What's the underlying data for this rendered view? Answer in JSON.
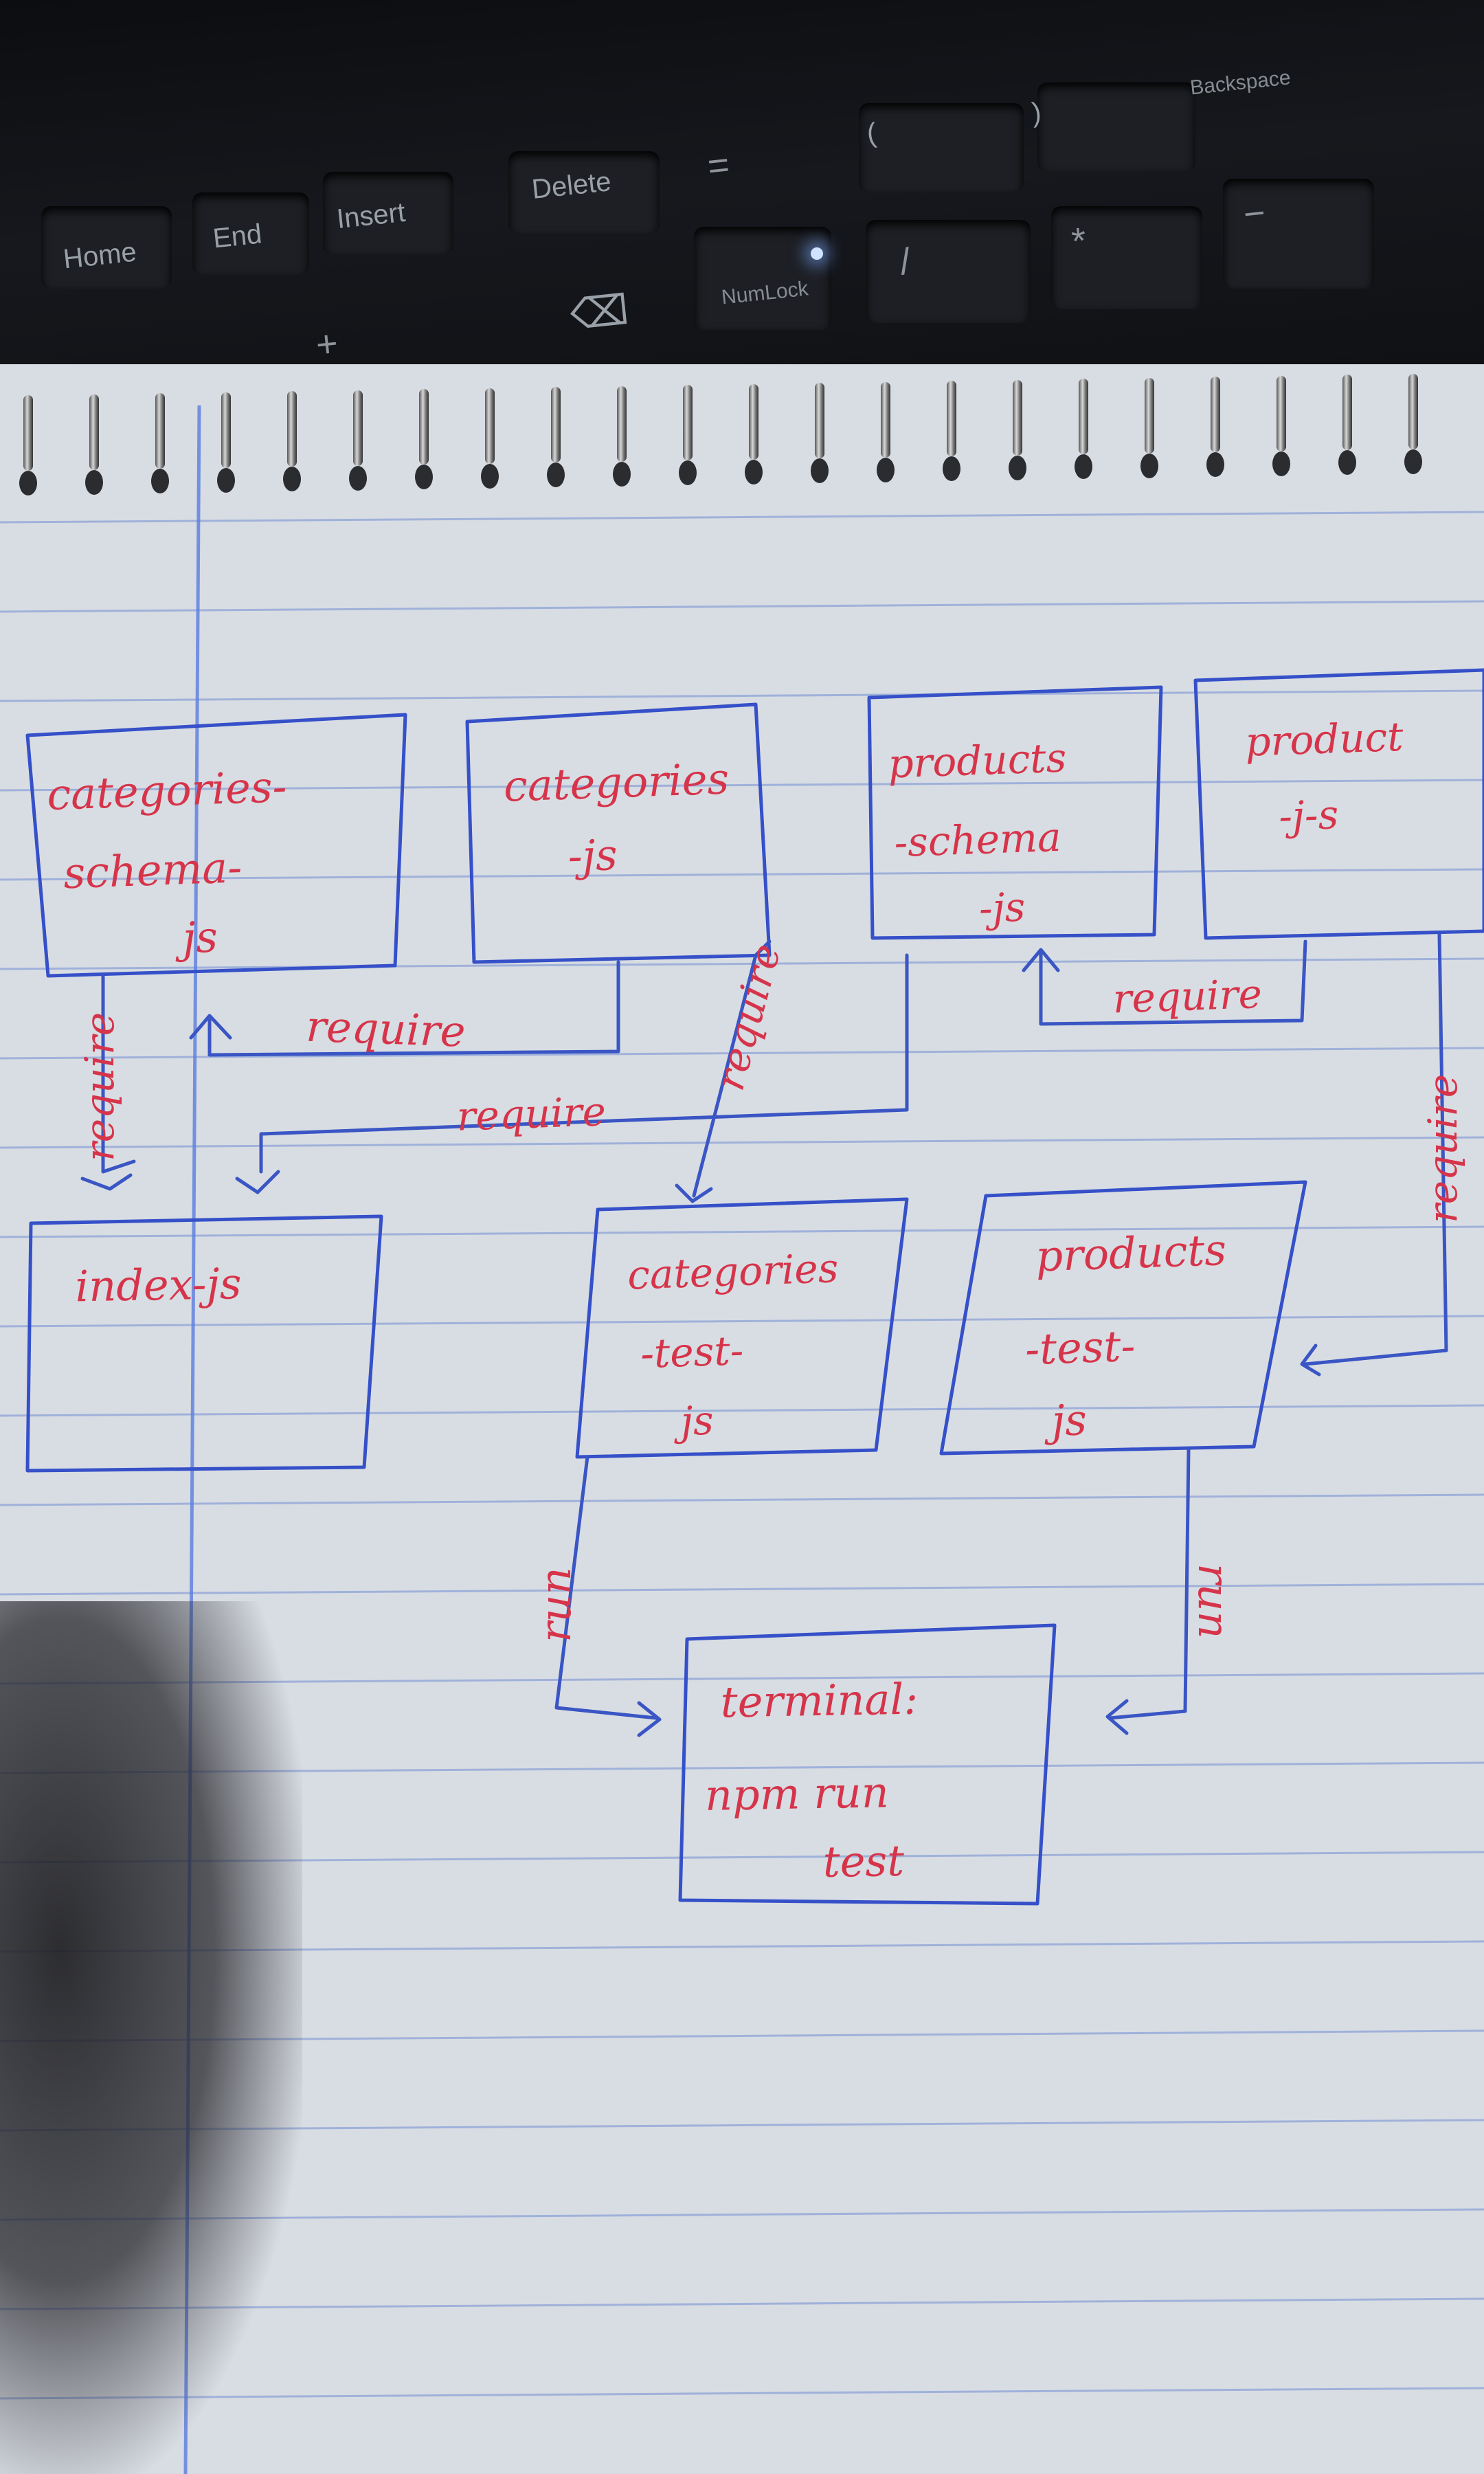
{
  "keyboard": {
    "keys": {
      "home": "Home",
      "end": "End",
      "insert": "Insert",
      "delete": "Delete",
      "equals": "=",
      "paren_open": "(",
      "paren_close": ")",
      "backspace": "Backspace",
      "numlock": "NumLock",
      "slash": "/",
      "asterisk": "*",
      "minus_right": "−",
      "plus": "+",
      "minus_left": "—",
      "delete_symbol": "⌫"
    }
  },
  "diagram": {
    "nodes": {
      "categories_schema": {
        "lines": [
          "categories-",
          "schema-",
          "js"
        ]
      },
      "categories": {
        "lines": [
          "categories",
          "-js"
        ]
      },
      "products_schema": {
        "lines": [
          "products",
          "-schema",
          "-js"
        ]
      },
      "product": {
        "lines": [
          "product",
          "-j-s"
        ]
      },
      "index": {
        "lines": [
          "index-js"
        ]
      },
      "categories_test": {
        "lines": [
          "categories",
          "-test-",
          "js"
        ]
      },
      "products_test": {
        "lines": [
          "products",
          "-test-",
          "js"
        ]
      },
      "terminal": {
        "lines": [
          "terminal:",
          "npm run",
          "test"
        ]
      }
    },
    "edges": {
      "require_schema_to_index": "require",
      "require_categories_to_schema": "require",
      "require_categories_to_index": "require",
      "require_categories_to_test": "require",
      "require_product_to_schema": "require",
      "require_product_to_test": "require",
      "run_categories_test": "run",
      "run_products_test": "run"
    }
  },
  "colors": {
    "ink_blue": "#3550c8",
    "ink_red": "#d6344a",
    "paper": "#d8dde3"
  }
}
